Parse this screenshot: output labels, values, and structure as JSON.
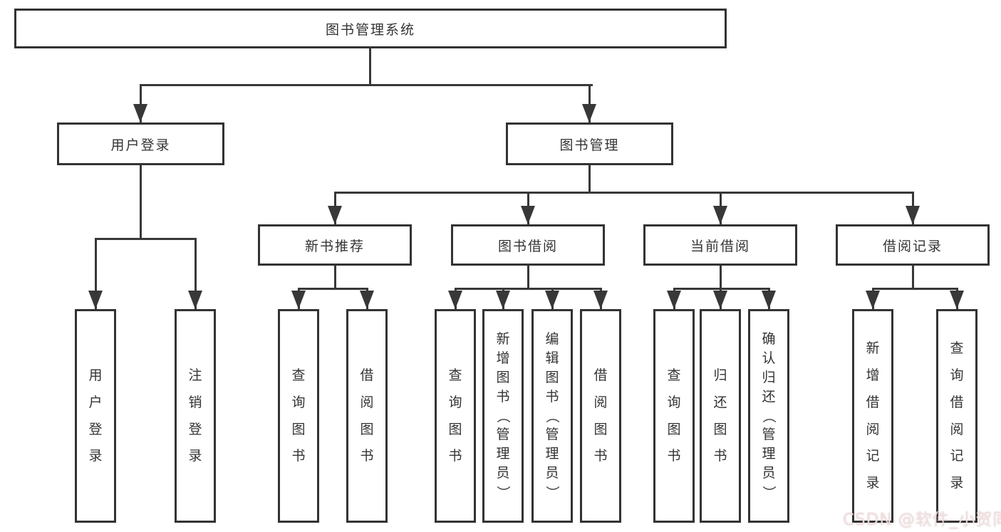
{
  "diagram_type": "hierarchy-tree",
  "tree": {
    "label": "图书管理系统",
    "children": [
      {
        "label": "用户登录",
        "children": [
          {
            "label": "用户登录"
          },
          {
            "label": "注销登录"
          }
        ]
      },
      {
        "label": "图书管理",
        "children": [
          {
            "label": "新书推荐",
            "children": [
              {
                "label": "查询图书"
              },
              {
                "label": "借阅图书"
              }
            ]
          },
          {
            "label": "图书借阅",
            "children": [
              {
                "label": "查询图书"
              },
              {
                "label": "新增图书（管理员）"
              },
              {
                "label": "编辑图书（管理员）"
              },
              {
                "label": "借阅图书"
              }
            ]
          },
          {
            "label": "当前借阅",
            "children": [
              {
                "label": "查询图书"
              },
              {
                "label": "归还图书"
              },
              {
                "label": "确认归还（管理员）"
              }
            ]
          },
          {
            "label": "借阅记录",
            "children": [
              {
                "label": "新增借阅记录"
              },
              {
                "label": "查询借阅记录"
              }
            ]
          }
        ]
      }
    ]
  },
  "watermark": {
    "text": "CSDN @软件_小贺同学"
  },
  "colors": {
    "background": "#ffffff",
    "box_border": "#333333",
    "line": "#383838",
    "text": "#333333",
    "watermark": "#f2dede"
  }
}
